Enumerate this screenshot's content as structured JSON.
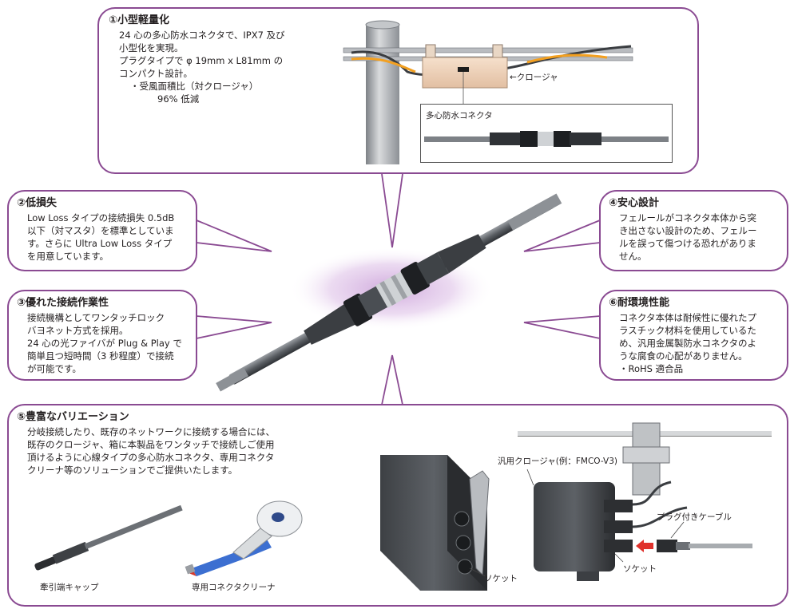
{
  "b1": {
    "title": "①小型軽量化",
    "lines": [
      "24 心の多心防水コネクタで、IPX7 及び",
      "小型化を実現。",
      "プラグタイプで φ 19mm x L81mm の",
      "コンパクト設計。"
    ],
    "sub1": "・受風面積比（対クロージャ）",
    "sub2": "96% 低減",
    "closure_label": "←クロージャ",
    "inset_label": "多心防水コネクタ"
  },
  "b2": {
    "title": "②低損失",
    "lines": [
      "Low Loss タイプの接続損失 0.5dB",
      "以下（対マスタ）を標準としていま",
      "す。さらに Ultra Low Loss タイプ",
      "を用意しています。"
    ]
  },
  "b3": {
    "title": "③優れた接続作業性",
    "lines": [
      "接続機構としてワンタッチロック",
      "バヨネット方式を採用。",
      "24 心の光ファイバが Plug & Play で",
      "簡単且つ短時間（3 秒程度）で接続",
      "が可能です。"
    ]
  },
  "b4": {
    "title": "④安心設計",
    "lines": [
      "フェルールがコネクタ本体から突",
      "き出さない設計のため、フェルー",
      "ルを誤って傷つける恐れがありま",
      "せん。"
    ]
  },
  "b6": {
    "title": "⑥耐環境性能",
    "lines": [
      "コネクタ本体は耐候性に優れたプ",
      "ラスチック材料を使用しているた",
      "め、汎用金属製防水コネクタのよ",
      "うな腐食の心配がありません。",
      "・RoHS 適合品"
    ]
  },
  "b5": {
    "title": "⑤豊富なバリエーション",
    "lines": [
      "分岐接続したり、既存のネットワークに接続する場合には、",
      "既存のクロージャ、箱に本製品をワンタッチで接続しご使用",
      "頂けるように心線タイプの多心防水コネクタ、専用コネクタ",
      "クリーナ等のソリューションでご提供いたします。"
    ],
    "pulling_cap": "牽引端キャップ",
    "cleaner": "専用コネクタクリーナ",
    "socket1": "ソケット",
    "closure_example": "汎用クロージャ(例：FMCO-V3)",
    "plug_cable": "プラグ付きケーブル",
    "socket2": "ソケット"
  },
  "colors": {
    "border": "#8a4a92",
    "glow": "#d9b3e3",
    "cable": "#5b5f64",
    "closure": "#f2d5bd",
    "orange": "#f3a020",
    "arrow_red": "#e0322c"
  }
}
